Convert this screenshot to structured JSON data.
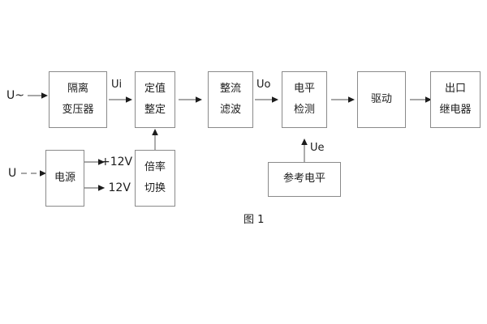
{
  "diagram": {
    "caption": "图 1",
    "blocks": [
      {
        "id": "isolation-transformer",
        "lines": [
          "隔离",
          "变压器"
        ]
      },
      {
        "id": "setting-value",
        "lines": [
          "定值",
          "整定"
        ]
      },
      {
        "id": "rectify-filter",
        "lines": [
          "整流",
          "滤波"
        ]
      },
      {
        "id": "level-detection",
        "lines": [
          "电平",
          "检测"
        ]
      },
      {
        "id": "drive",
        "lines": [
          "驱动"
        ]
      },
      {
        "id": "output-relay",
        "lines": [
          "出口",
          "继电器"
        ]
      },
      {
        "id": "power-supply",
        "lines": [
          "电源"
        ]
      },
      {
        "id": "multiplier-switch",
        "lines": [
          "倍率",
          "切换"
        ]
      },
      {
        "id": "reference-level",
        "lines": [
          "参考电平"
        ]
      }
    ],
    "signals": {
      "ui": "Ui",
      "uo": "Uo",
      "ue": "Ue"
    },
    "terminals": {
      "ac_input": "U~",
      "dc_input": "U",
      "rail_positive": "+12V",
      "rail_negative": "- 12V"
    },
    "colors": {
      "box_border": "#8a8a8a",
      "line": "#8a8a8a",
      "arrow": "#1c1c1c",
      "text": "#1c1c1c",
      "background": "#ffffff"
    }
  }
}
